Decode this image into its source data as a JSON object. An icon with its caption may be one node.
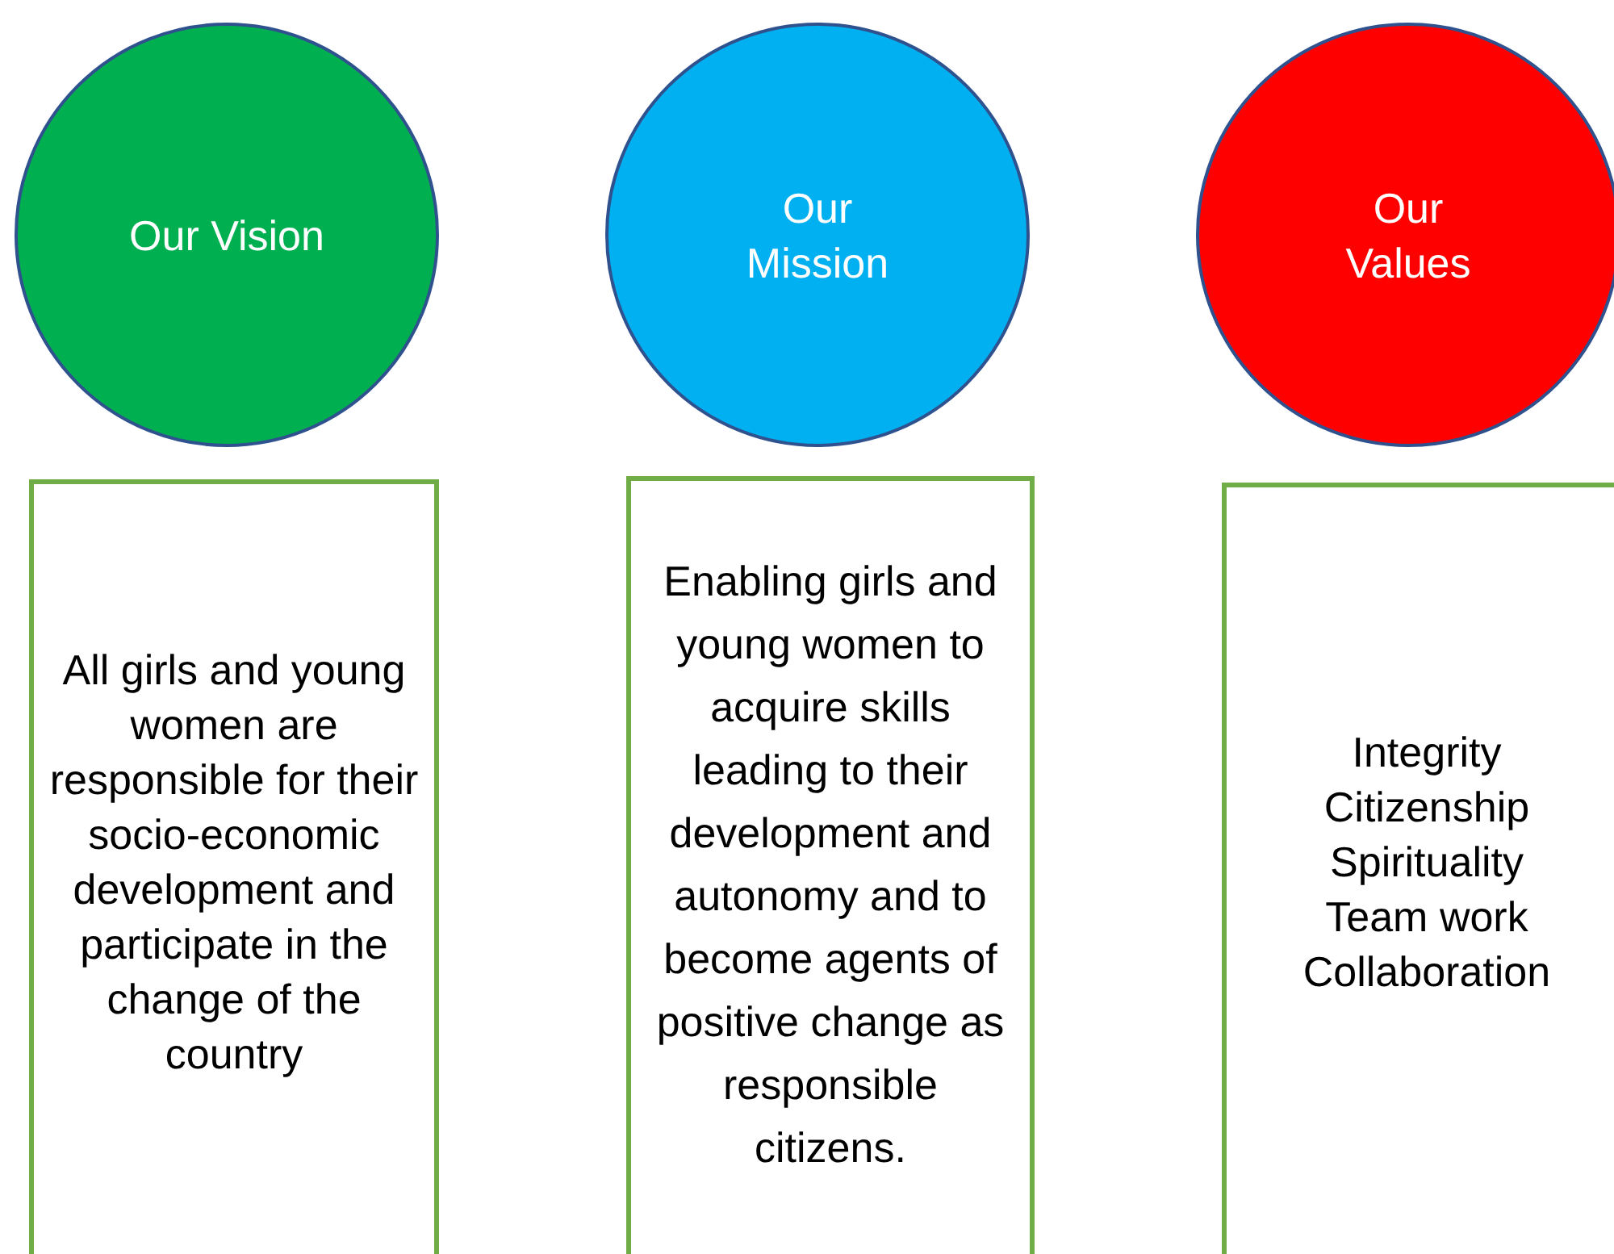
{
  "diagram": {
    "nodes": [
      {
        "text": [
          "Our Vision"
        ]
      },
      {
        "text": [
          "Our Mission"
        ]
      },
      {
        "text": [
          "Our Values"
        ]
      },
      {
        "text": [
          "All girls and young women are responsible for their socio-economic development and participate in the change of the country"
        ]
      },
      {
        "text": [
          "Enabling girls and young women to acquire skills leading to their development and autonomy and to become agents of positive change as responsible citizens."
        ]
      },
      {
        "text": [
          "Integrity",
          "Citizenship",
          "Spirituality",
          "Team work",
          "Collaboration"
        ]
      }
    ]
  }
}
